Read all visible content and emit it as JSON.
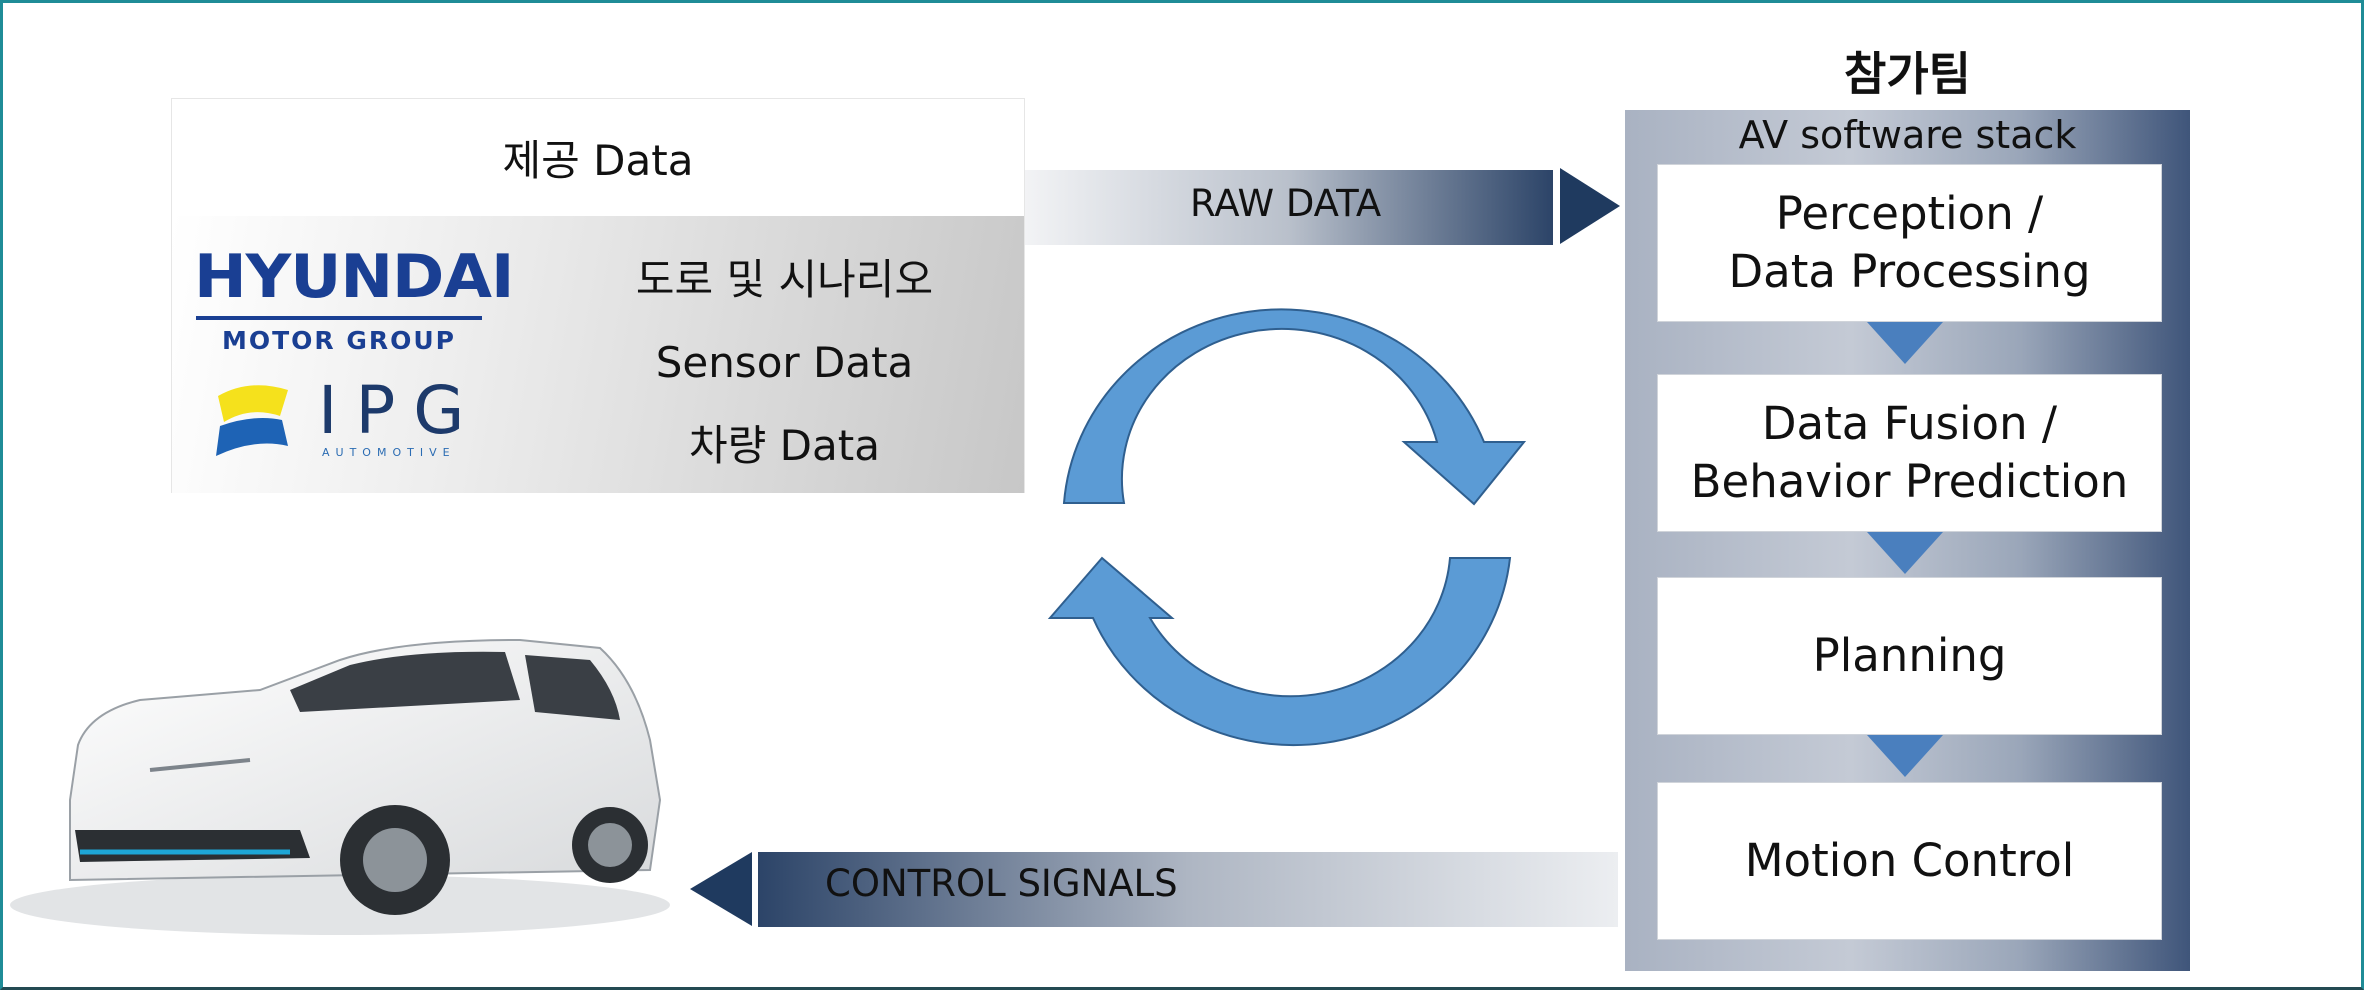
{
  "provided": {
    "title": "제공 Data",
    "items": [
      "도로 및 시나리오",
      "Sensor Data",
      "차량 Data"
    ],
    "logos": {
      "hyundai": {
        "word": "HYUNDAI",
        "sub": "MOTOR GROUP"
      },
      "ipg": {
        "word": "IPG",
        "sub": "AUTOMOTIVE"
      }
    }
  },
  "flows": {
    "raw_data": "RAW DATA",
    "control_signals": "CONTROL SIGNALS"
  },
  "team": {
    "title": "참가팀",
    "stack_title": "AV software stack",
    "stages": [
      "Perception /\nData Processing",
      "Data Fusion /\nBehavior Prediction",
      "Planning",
      "Motion Control"
    ]
  },
  "colors": {
    "cycle_arrow": "#5b9bd5",
    "cycle_outline": "#2f5f8f",
    "flow_dark": "#1f3a5f",
    "hyundai_blue": "#1a3f93",
    "car_body": "#f2f2f2"
  },
  "icons": [
    "hyundai-logo",
    "ipg-logo",
    "cycle-arrows-icon",
    "car-image"
  ]
}
